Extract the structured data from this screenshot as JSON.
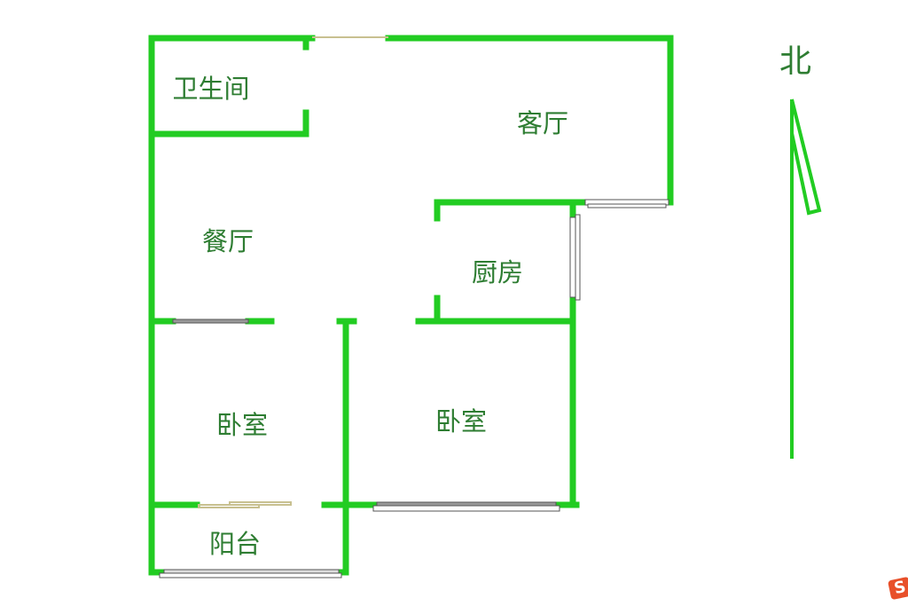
{
  "rooms": {
    "bathroom": "卫生间",
    "living_room": "客厅",
    "dining_room": "餐厅",
    "kitchen": "厨房",
    "bedroom_left": "卧室",
    "bedroom_right": "卧室",
    "balcony": "阳台"
  },
  "compass": {
    "label": "北"
  },
  "colors": {
    "wall": "#22cc22",
    "text": "#2e7d32",
    "door": "#c8c090",
    "window": "#888888"
  }
}
